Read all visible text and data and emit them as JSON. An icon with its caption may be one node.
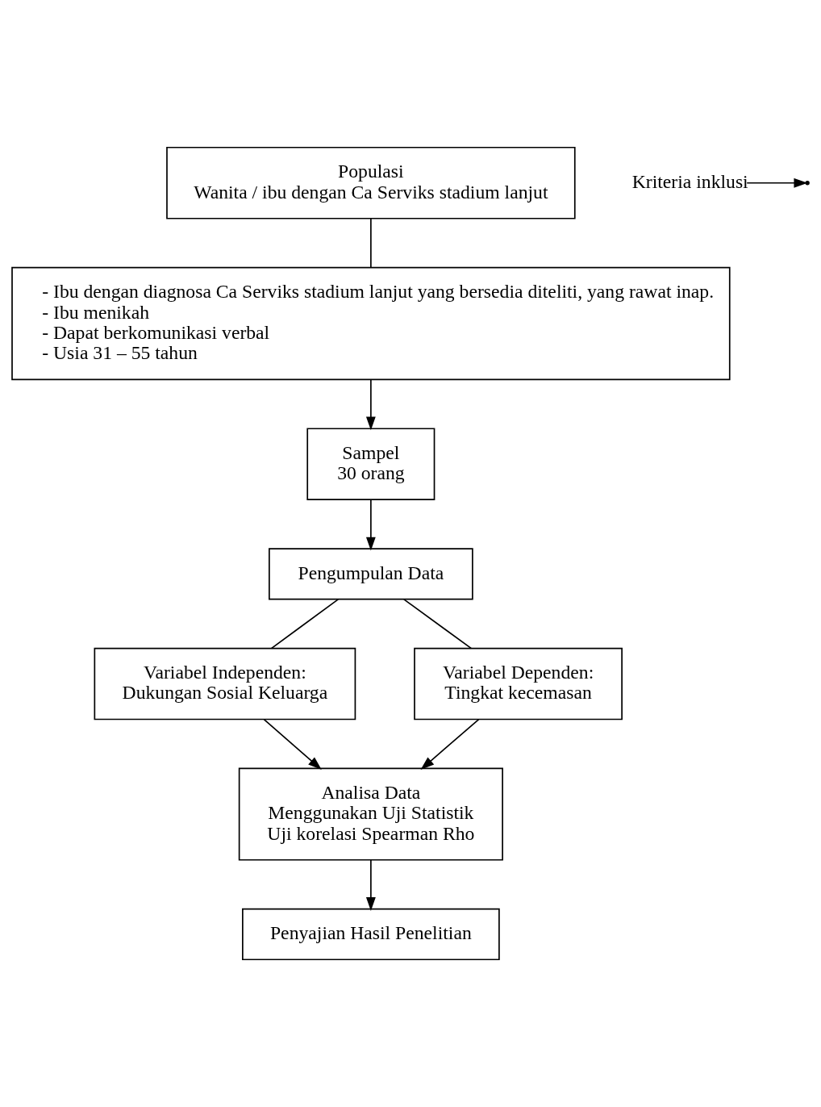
{
  "diagram": {
    "nodes": [
      {
        "text": [
          "Populasi",
          "Wanita / ibu dengan Ca Serviks stadium lanjut"
        ]
      },
      {
        "text": [
          "Kriteria inklusi"
        ]
      },
      {
        "text": [
          "- Ibu dengan diagnosa Ca Serviks stadium lanjut yang bersedia diteliti, yang rawat inap.",
          "- Ibu menikah",
          "- Dapat berkomunikasi verbal",
          "- Usia 31 – 55 tahun"
        ]
      },
      {
        "text": [
          "Sampel",
          "30 orang"
        ]
      },
      {
        "text": [
          "Pengumpulan Data"
        ]
      },
      {
        "text": [
          "Variabel Independen:",
          "Dukungan Sosial Keluarga"
        ]
      },
      {
        "text": [
          "Variabel Dependen:",
          "Tingkat kecemasan"
        ]
      },
      {
        "text": [
          "Analisa Data",
          "Menggunakan Uji Statistik",
          "Uji korelasi Spearman Rho"
        ]
      },
      {
        "text": [
          "Penyajian Hasil Penelitian"
        ]
      }
    ],
    "edges": [
      {
        "from": 0,
        "to": 2,
        "arrow": "none"
      },
      {
        "from": 1,
        "to": null,
        "arrow": "to"
      },
      {
        "from": 2,
        "to": 3,
        "arrow": "to"
      },
      {
        "from": 3,
        "to": 4,
        "arrow": "to"
      },
      {
        "from": 4,
        "to": 5,
        "arrow": "none"
      },
      {
        "from": 4,
        "to": 6,
        "arrow": "none"
      },
      {
        "from": 5,
        "to": 7,
        "arrow": "to"
      },
      {
        "from": 6,
        "to": 7,
        "arrow": "to"
      },
      {
        "from": 7,
        "to": 8,
        "arrow": "to"
      }
    ]
  }
}
